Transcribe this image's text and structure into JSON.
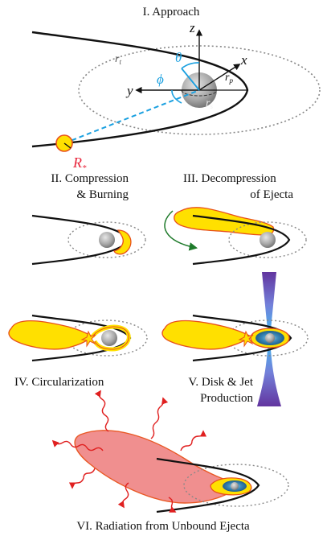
{
  "panels": {
    "p1": {
      "title": "I. Approach"
    },
    "p2": {
      "line1": "II. Compression",
      "line2": "& Burning"
    },
    "p3": {
      "line1": "III. Decompression",
      "line2": "of Ejecta"
    },
    "p4": {
      "title": "IV. Circularization"
    },
    "p5": {
      "line1": "V. Disk & Jet",
      "line2": "Production"
    },
    "p6": {
      "title": "VI. Radiation from Unbound Ejecta"
    }
  },
  "symbols": {
    "z": "z",
    "x": "x",
    "y": "y",
    "theta": "θ",
    "phi": "ϕ",
    "rt_r": "r",
    "rt_sub": "t",
    "rp_r": "r",
    "rp_sub": "p",
    "rs_r": "r",
    "rs_sub": "s",
    "rstar_r": "R",
    "rstar_sub": "*"
  },
  "colors": {
    "star_fill": "#ffe000",
    "star_stroke": "#e8501a",
    "orbit": "#111111",
    "cyan_angle": "#1aa0e0",
    "radius_label": "#e8263c",
    "green_arrow": "#1e7a2a",
    "wavy_rays": "#e02020",
    "unbound_fill": "#f08a8a",
    "jet_outer": "#5a2a9a",
    "jet_inner": "#30b8f0",
    "disk_blue": "#3a88b8",
    "bh_gray": "#9a9a9a"
  }
}
